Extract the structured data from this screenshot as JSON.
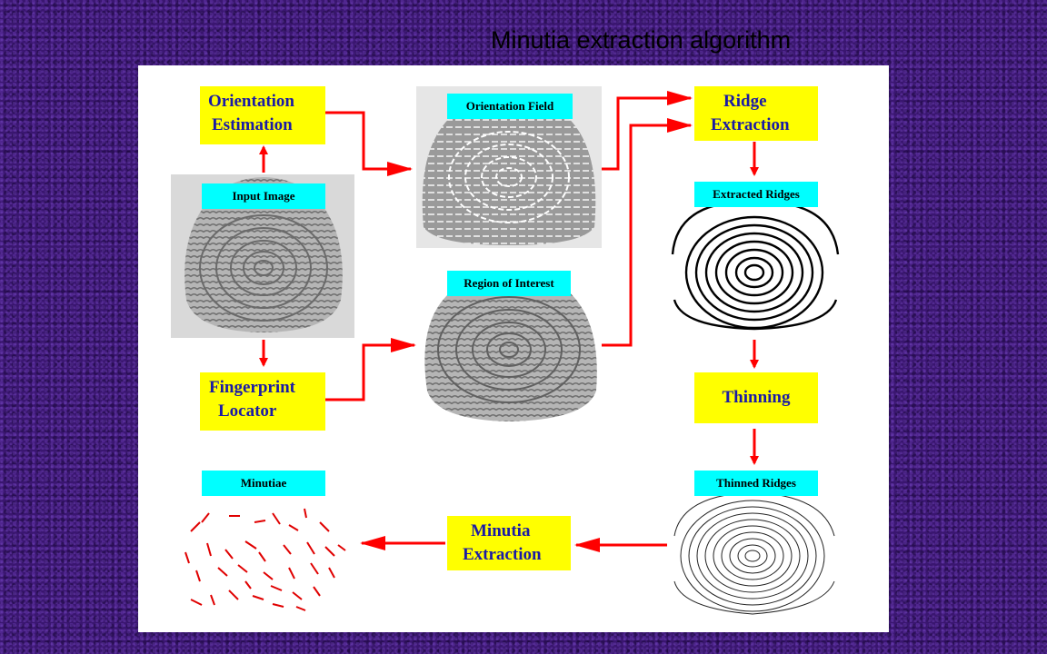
{
  "title": "Minutia extraction algorithm",
  "boxes": {
    "orientation_estimation": [
      "Orientation",
      "Estimation"
    ],
    "fingerprint_locator": [
      "Fingerprint",
      "Locator"
    ],
    "ridge_extraction": [
      "Ridge",
      "Extraction"
    ],
    "thinning": [
      "Thinning"
    ],
    "minutia_extraction": [
      "Minutia",
      "Extraction"
    ]
  },
  "labels": {
    "input_image": "Input Image",
    "orientation_field": "Orientation Field",
    "region_of_interest": "Region of Interest",
    "extracted_ridges": "Extracted Ridges",
    "thinned_ridges": "Thinned Ridges",
    "minutiae": "Minutiae"
  },
  "colors": {
    "process_box": "#ffff00",
    "process_text": "#1a1aa6",
    "image_label": "#00ffff",
    "arrow": "#ff0000",
    "background": "#3a1670"
  }
}
